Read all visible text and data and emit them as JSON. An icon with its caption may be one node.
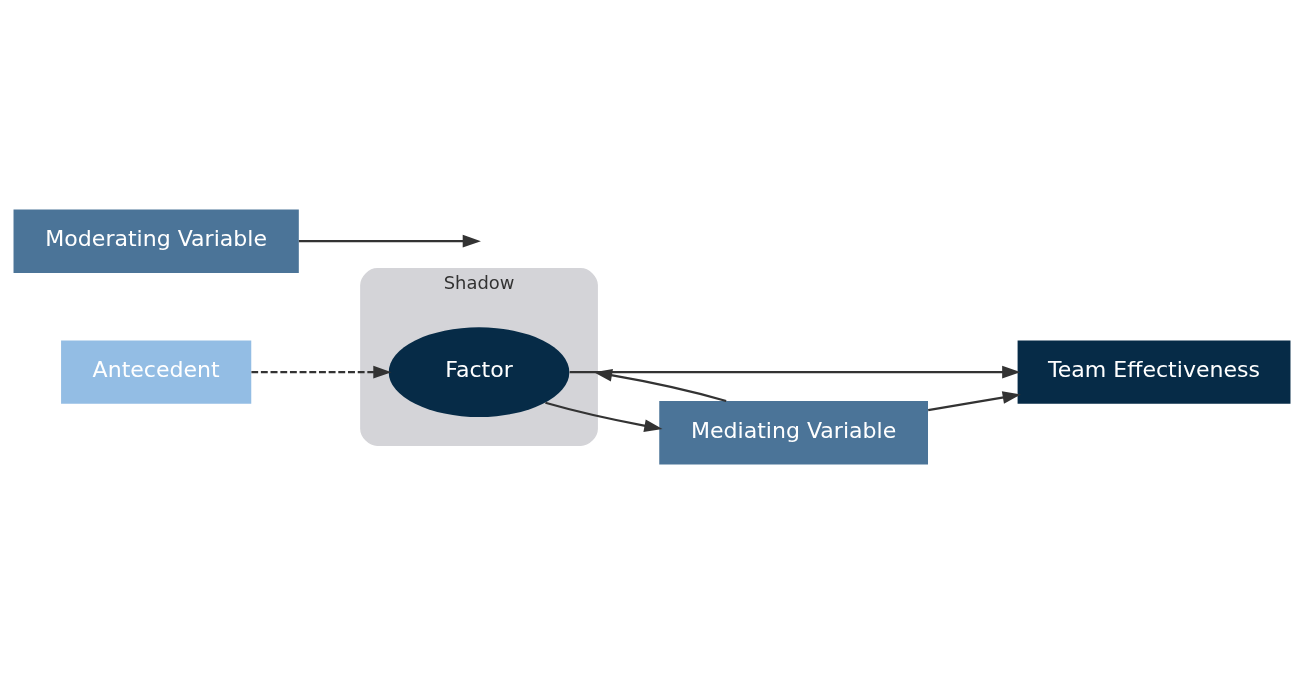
{
  "diagram": {
    "nodes": [
      {
        "text": [
          "Antecedent"
        ]
      },
      {
        "text": [
          "Moderating Variable"
        ]
      },
      {
        "text": [
          "Shadow"
        ]
      },
      {
        "text": [
          "Factor"
        ],
        "in": 2
      },
      {
        "text": [
          "Team Effectiveness"
        ]
      },
      {
        "text": [
          "Mediating Variable"
        ]
      }
    ],
    "edges": [
      {
        "from": 0,
        "to": 3,
        "arrow": "to",
        "style": "dashed"
      },
      {
        "from": 1,
        "to": null,
        "arrow": "to"
      },
      {
        "from": 3,
        "to": 4,
        "arrow": "to"
      },
      {
        "from": 3,
        "to": 5,
        "arrow": "to"
      },
      {
        "from": 5,
        "to": 4,
        "arrow": "to"
      },
      {
        "from": 5,
        "to": 2,
        "arrow": "to"
      }
    ]
  }
}
